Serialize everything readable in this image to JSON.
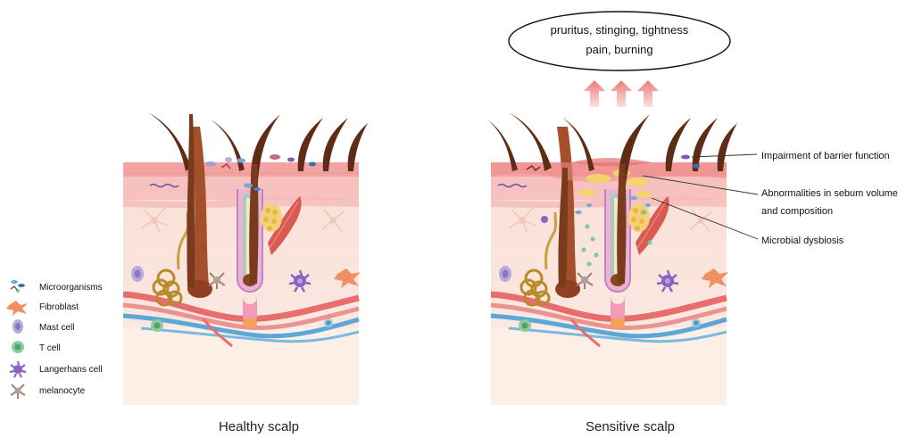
{
  "symptoms": {
    "line1": "pruritus, stinging, tightness",
    "line2": "pain, burning"
  },
  "legend": [
    {
      "label": "Microorganisms",
      "icon": "microorganism-icon"
    },
    {
      "label": "Fibroblast",
      "icon": "fibroblast-icon"
    },
    {
      "label": "Mast cell",
      "icon": "mast-cell-icon"
    },
    {
      "label": "T cell",
      "icon": "t-cell-icon"
    },
    {
      "label": "Langerhans cell",
      "icon": "langerhans-cell-icon"
    },
    {
      "label": "melanocyte",
      "icon": "melanocyte-icon"
    }
  ],
  "captions": {
    "healthy": "Healthy scalp",
    "sensitive": "Sensitive scalp"
  },
  "annotations": {
    "barrier": "Impairment of barrier function",
    "sebum1": "Abnormalities in sebum volume",
    "sebum2": "and composition",
    "microbial": "Microbial dysbiosis"
  },
  "colors": {
    "epidermis_top": "#f4a9a8",
    "dermis": "#f9ddd5",
    "hypodermis": "#fbeee6",
    "hair": "#7a3a1e",
    "arrow": "#f28b8b",
    "vessel_red": "#e86d6d",
    "vessel_blue": "#5aa7d8"
  }
}
